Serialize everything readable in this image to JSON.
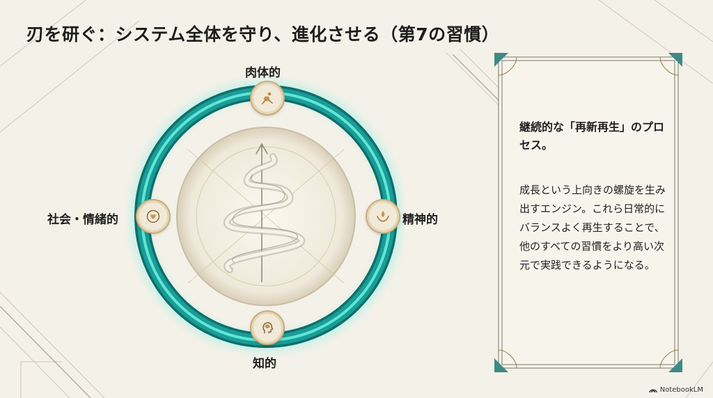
{
  "title": "刃を研ぐ：システム全体を守り、進化させる（第7の習慣）",
  "diagram": {
    "nodes": {
      "top": {
        "label": "肉体的",
        "icon": "body-figure-icon"
      },
      "right": {
        "label": "精神的",
        "icon": "lotus-hands-icon"
      },
      "bottom": {
        "label": "知的",
        "icon": "head-brain-icon"
      },
      "left": {
        "label": "社会・情緒的",
        "icon": "heart-circle-icon"
      }
    },
    "center_icon": "upward-spiral-icon",
    "colors": {
      "ring": "#1a9d96",
      "ring_glow": "#5fe6d8",
      "gold": "#c9ad7a"
    }
  },
  "panel": {
    "heading": "継続的な「再新再生」のプロセス。",
    "body": "成長という上向きの螺旋を生み出すエンジン。これら日常的にバランスよく再生することで、他のすべての習慣をより高い次元で実践できるようになる。"
  },
  "watermark": {
    "text": "NotebookLM",
    "icon": "notebooklm-logo-icon"
  }
}
